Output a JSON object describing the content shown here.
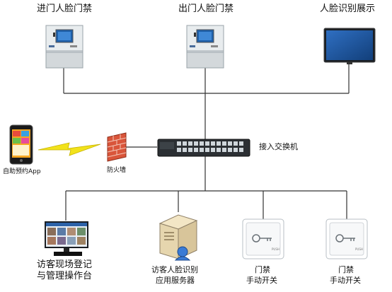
{
  "nodes": {
    "entry_gate": "进门人脸门禁",
    "exit_gate": "出门人脸门禁",
    "display": "人脸识别展示",
    "switch": "接入交换机",
    "firewall": "防火墙",
    "mobile_app": "自助预约App",
    "visitor_station_line1": "访客现场登记",
    "visitor_station_line2": "与管理操作台",
    "server_line1": "访客人脸识别",
    "server_line2": "应用服务器",
    "door_switch_1_line1": "门禁",
    "door_switch_1_line2": "手动开关",
    "door_switch_2_line1": "门禁",
    "door_switch_2_line2": "手动开关"
  },
  "device_text": {
    "button_label": "PUSH"
  },
  "colors": {
    "line": "#333333",
    "bolt": "#f2e21b",
    "firewall": "#d9553a",
    "switch_body": "#2b2f33",
    "screen_blue": "#1e5fa8"
  }
}
